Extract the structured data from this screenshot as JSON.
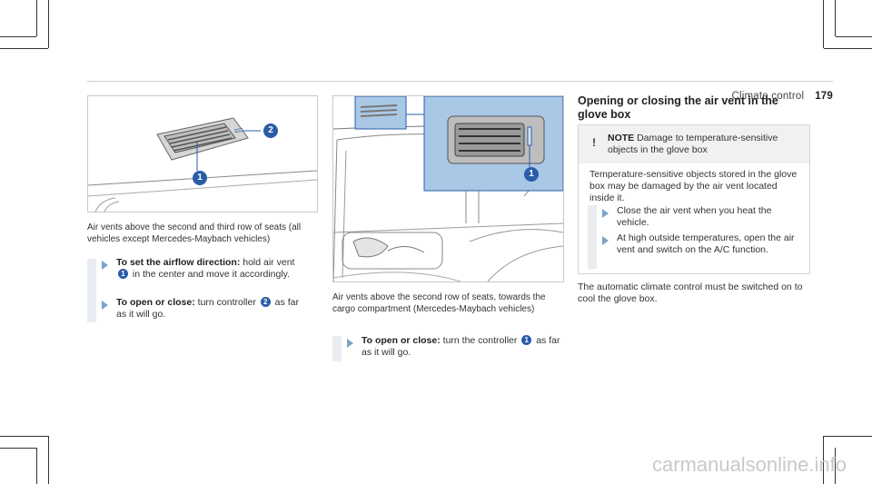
{
  "header": {
    "section": "Climate control",
    "page": "179"
  },
  "figure1": {
    "callout_1": "1",
    "callout_2": "2",
    "caption": "Air vents above the second and third row of seats (all vehicles except Mercedes-Maybach vehicles)"
  },
  "steps_left": [
    {
      "bold": "To set the airflow direction:",
      "text_a": " hold air vent ",
      "ref": "1",
      "text_b": " in the center and move it accordingly."
    },
    {
      "bold": "To open or close:",
      "text_a": " turn controller ",
      "ref": "2",
      "text_b": " as far as it will go."
    }
  ],
  "figure2": {
    "callout_1": "1",
    "caption": "Air vents above the second row of seats, towards the cargo compartment (Mercedes-Maybach vehicles)"
  },
  "steps_middle": [
    {
      "bold": "To open or close:",
      "text_a": " turn the controller ",
      "ref": "1",
      "text_b": " as far as it will go."
    }
  ],
  "right": {
    "heading": "Opening or closing the air vent in the glove box",
    "note": {
      "label": "NOTE",
      "title": " Damage to temperature-sensitive objects in the glove box",
      "body": "Temperature-sensitive objects stored in the glove box may be damaged by the air vent located inside it.",
      "steps": [
        "Close the air vent when you heat the vehicle.",
        "At high outside temperatures, open the air vent and switch on the A/C function."
      ]
    },
    "footer_text": "The automatic climate control must be switched on to cool the glove box."
  },
  "watermark": "carmanualsonline.info",
  "colors": {
    "callout": "#2b5ca8",
    "highlight": "#a9c8e6",
    "bar": "#e9edf2",
    "arrow": "#7aa4c9"
  }
}
